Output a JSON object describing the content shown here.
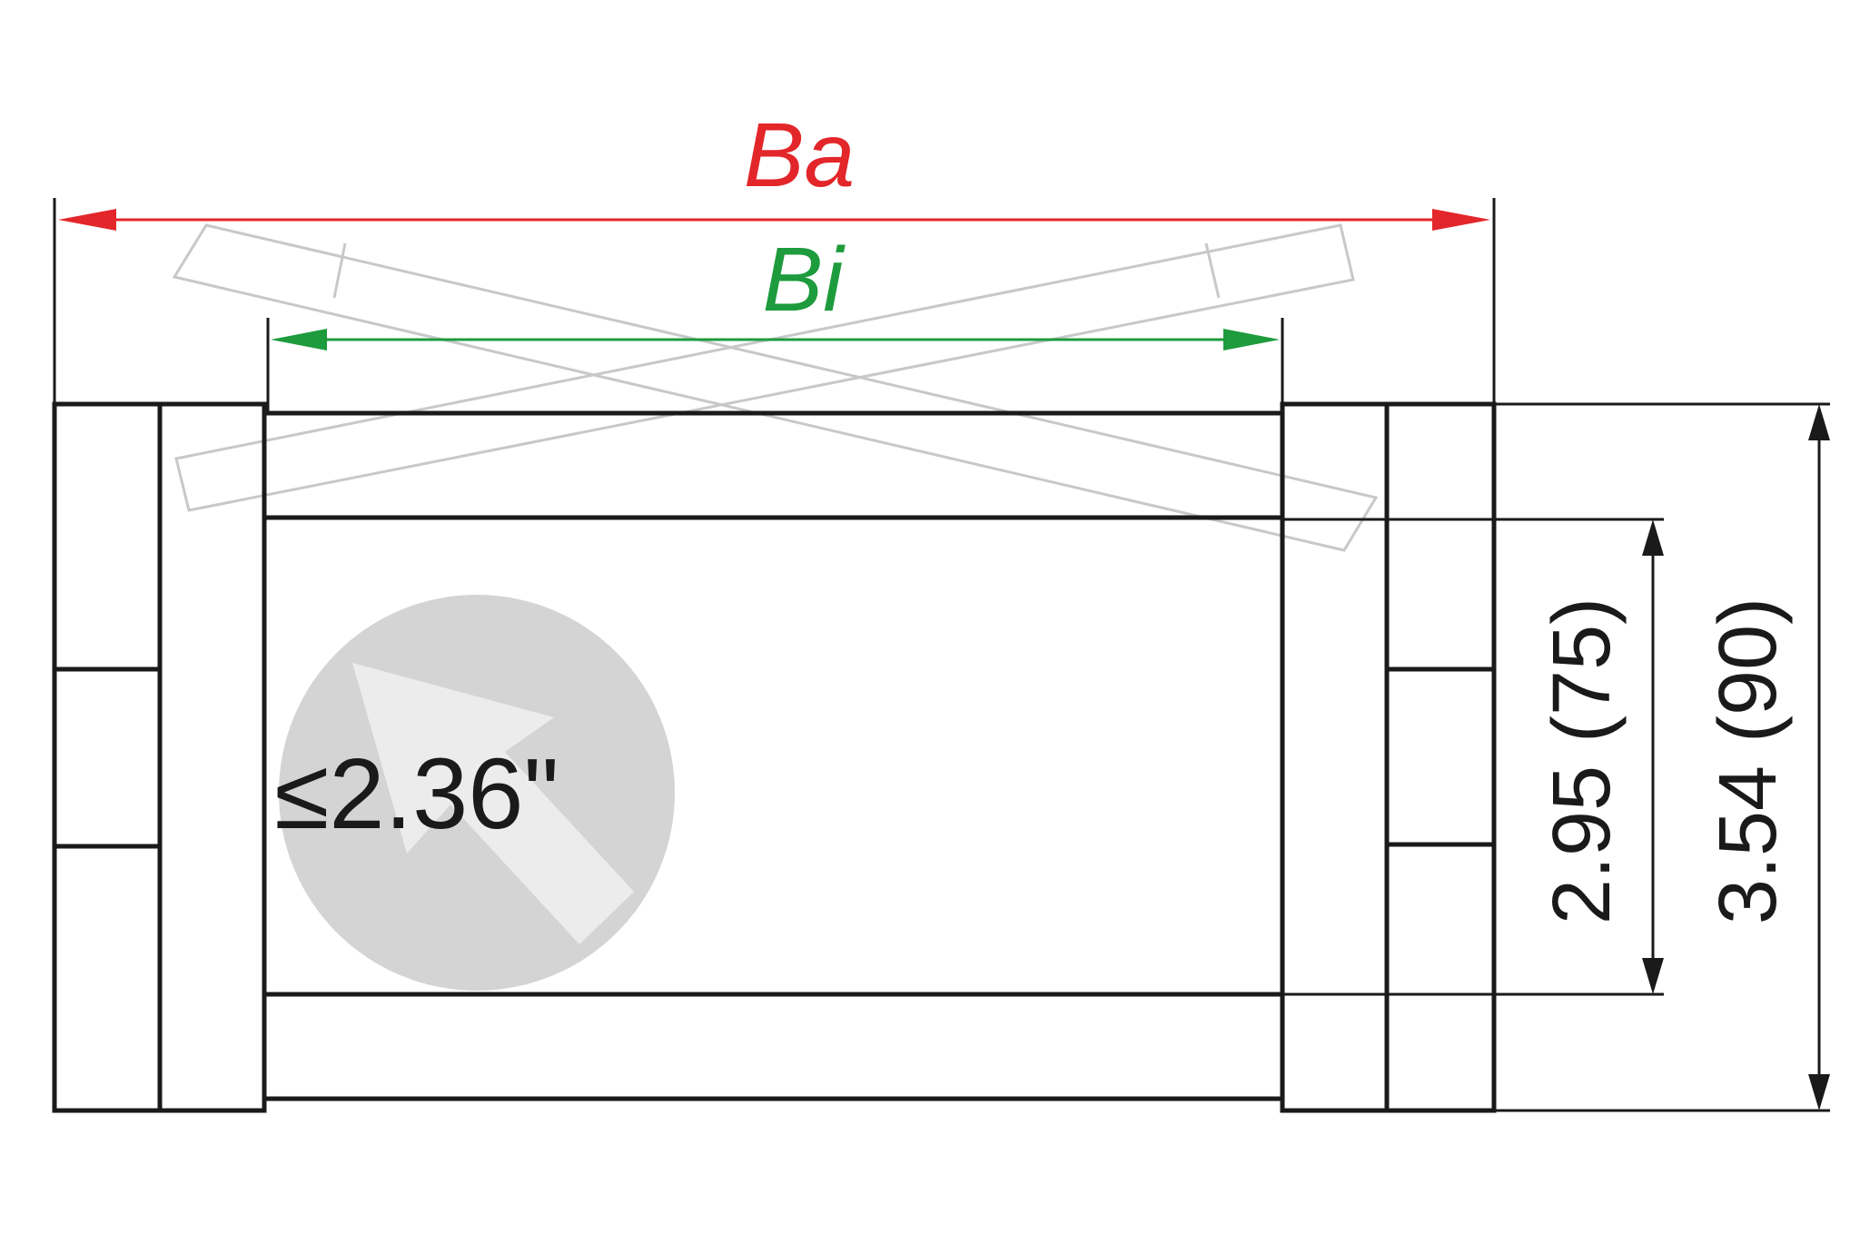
{
  "dimensions": {
    "outer_width_label": "Ba",
    "inner_width_label": "Bi",
    "inner_height_label": "2.95 (75)",
    "outer_height_label": "3.54 (90)",
    "max_cable_diameter_label": "≤2.36\""
  },
  "colors": {
    "outer_width": "#e3262a",
    "inner_width": "#1e9b3d",
    "outline": "#1a1a1a",
    "ghost_outline": "#c8c8c8",
    "circle_fill": "#d4d4d4",
    "arrow_fill": "#ececec"
  },
  "icons": {
    "diameter_indicator": "arrow-in-circle-icon"
  }
}
